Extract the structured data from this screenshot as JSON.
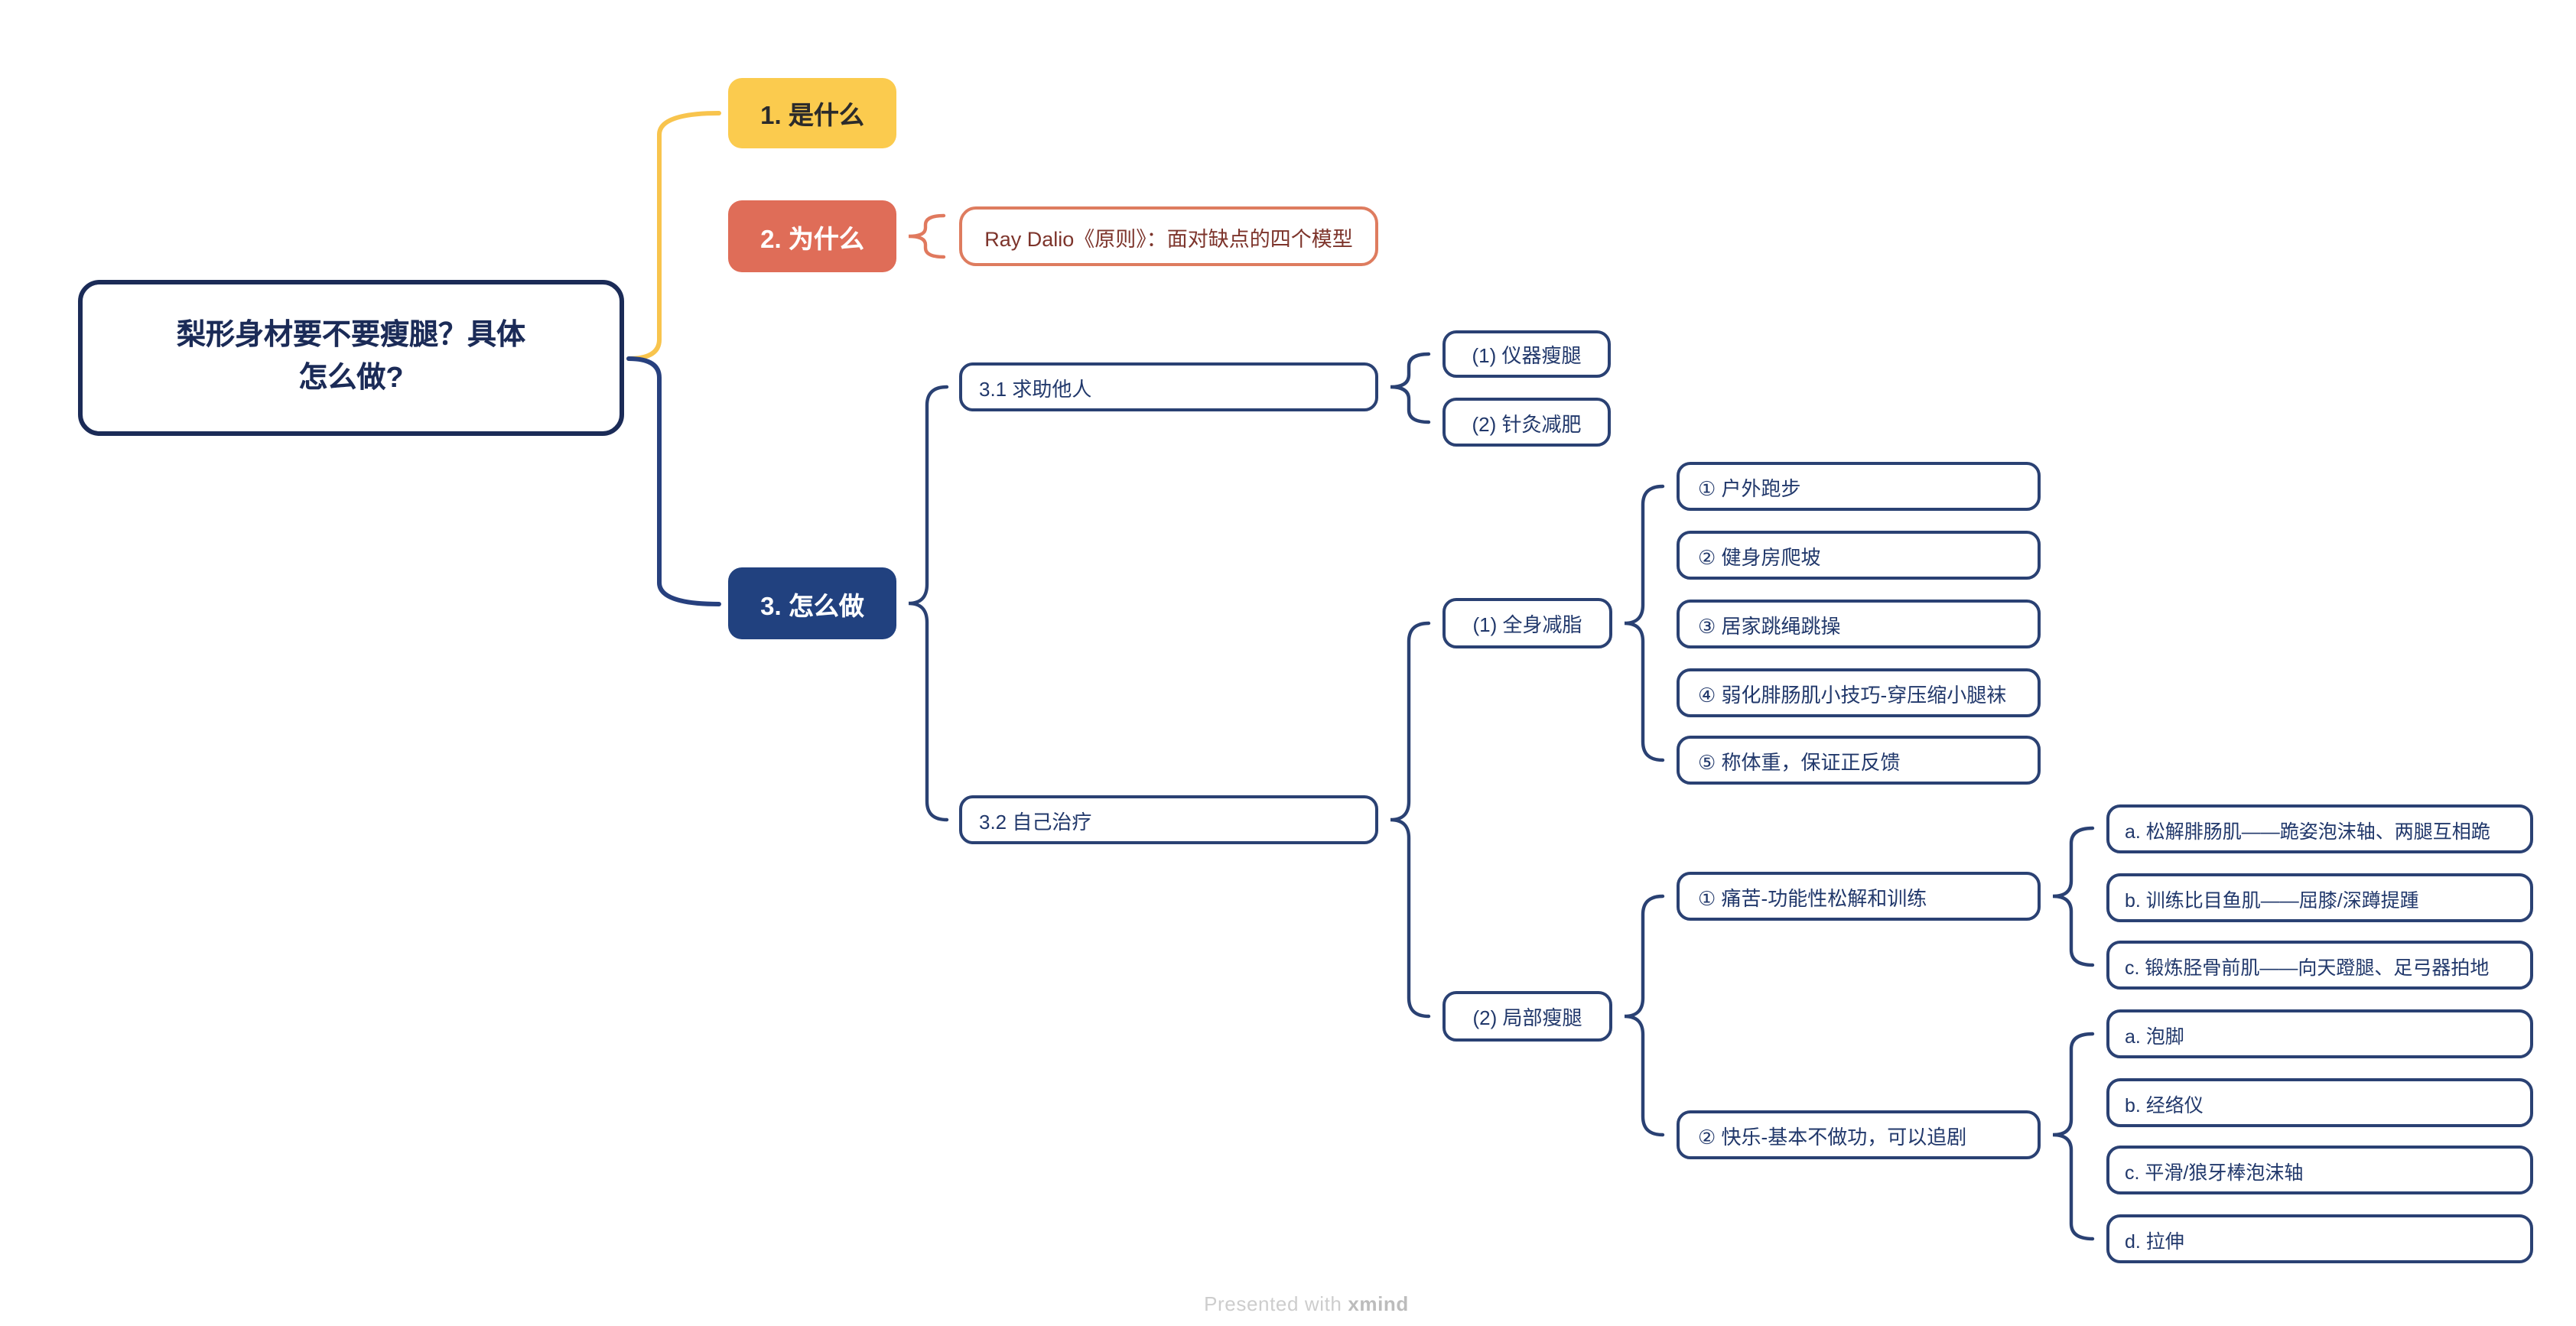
{
  "mindmap": {
    "root": {
      "label": "梨形身材要不要瘦腿？具体怎么做?"
    },
    "topics": [
      {
        "label": "1. 是什么"
      },
      {
        "label": "2. 为什么",
        "children": [
          {
            "label": "Ray Dalio《原则》：面对缺点的四个模型"
          }
        ]
      },
      {
        "label": "3. 怎么做",
        "children": [
          {
            "label": "3.1 求助他人",
            "children": [
              {
                "label": "(1) 仪器瘦腿"
              },
              {
                "label": "(2) 针灸减肥"
              }
            ]
          },
          {
            "label": "3.2 自己治疗",
            "children": [
              {
                "label": "(1) 全身减脂",
                "children": [
                  {
                    "label": "① 户外跑步"
                  },
                  {
                    "label": "② 健身房爬坡"
                  },
                  {
                    "label": "③ 居家跳绳跳操"
                  },
                  {
                    "label": "④ 弱化腓肠肌小技巧-穿压缩小腿袜"
                  },
                  {
                    "label": "⑤ 称体重，保证正反馈"
                  }
                ]
              },
              {
                "label": "(2) 局部瘦腿",
                "children": [
                  {
                    "label": "① 痛苦-功能性松解和训练",
                    "children": [
                      {
                        "label": "a. 松解腓肠肌——跪姿泡沫轴、两腿互相跪"
                      },
                      {
                        "label": "b. 训练比目鱼肌——屈膝/深蹲提踵"
                      },
                      {
                        "label": "c. 锻炼胫骨前肌——向天蹬腿、足弓器拍地"
                      }
                    ]
                  },
                  {
                    "label": "② 快乐-基本不做功，可以追剧",
                    "children": [
                      {
                        "label": "a. 泡脚"
                      },
                      {
                        "label": "b. 经络仪"
                      },
                      {
                        "label": "c. 平滑/狼牙棒泡沫轴"
                      },
                      {
                        "label": "d. 拉伸"
                      }
                    ]
                  }
                ]
              }
            ]
          }
        ]
      }
    ]
  },
  "footer": {
    "prefix": "Presented with ",
    "brand": "xmind"
  },
  "colors": {
    "branch1_fill": "#FBCB4E",
    "branch2_fill": "#DF6D58",
    "branch3_fill": "#21417F",
    "navy_outline": "#2A4173",
    "navy_text": "#21386B",
    "root_navy": "#1B2B57",
    "ray_border": "#DE7C5F",
    "ray_text": "#7D342B",
    "footer_gray": "#CDCDCD"
  }
}
